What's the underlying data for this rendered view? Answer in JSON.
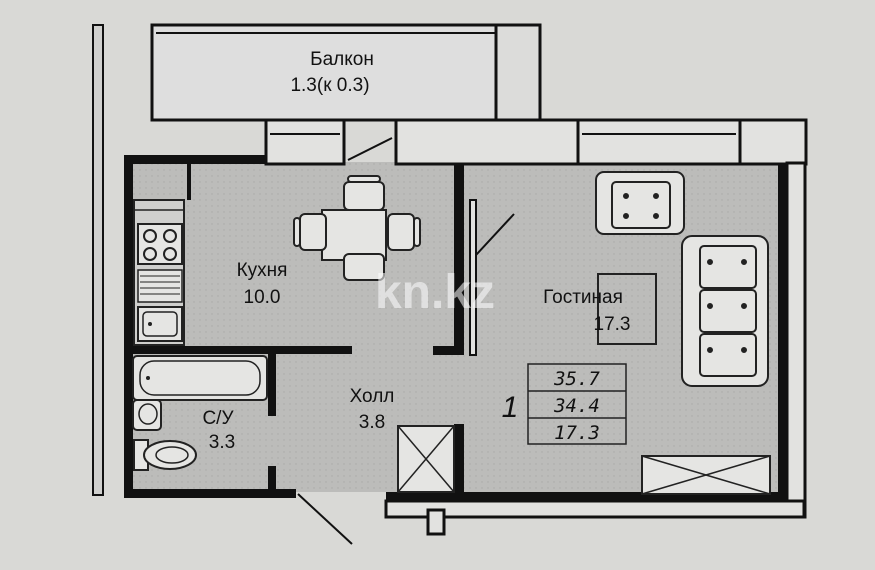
{
  "rooms": {
    "balcony": {
      "name": "Балкон",
      "area": "1.3(к 0.3)"
    },
    "kitchen": {
      "name": "Кухня",
      "area": "10.0"
    },
    "living": {
      "name": "Гостиная",
      "area": "17.3"
    },
    "hall": {
      "name": "Холл",
      "area": "3.8"
    },
    "bathroom": {
      "name": "С/У",
      "area": "3.3"
    }
  },
  "apartment": {
    "number": "1",
    "areas": [
      "35.7",
      "34.4",
      "17.3"
    ]
  },
  "watermark": "kn.kz",
  "colors": {
    "background": "#d9d9d6",
    "floor": "#bdbdbb",
    "wall": "#111111",
    "outline": "#222222"
  }
}
